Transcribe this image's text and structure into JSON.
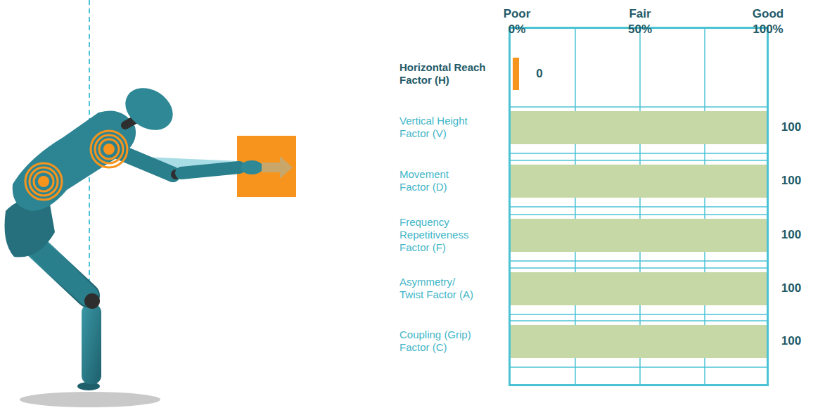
{
  "diagram": {
    "labels": [
      "Poor",
      "0%",
      "Fair",
      "50%",
      "Good",
      "100%",
      "Horizontal Reach Factor (H)",
      "0",
      "Vertical Height Factor (V)",
      "100",
      "Movement Factor (D)",
      "100",
      "Frequency Repetitiveness Factor (F)",
      "100",
      "Asymmetry/ Twist Factor (A)",
      "100",
      "Coupling (Grip) Factor (C)",
      "100"
    ]
  }
}
